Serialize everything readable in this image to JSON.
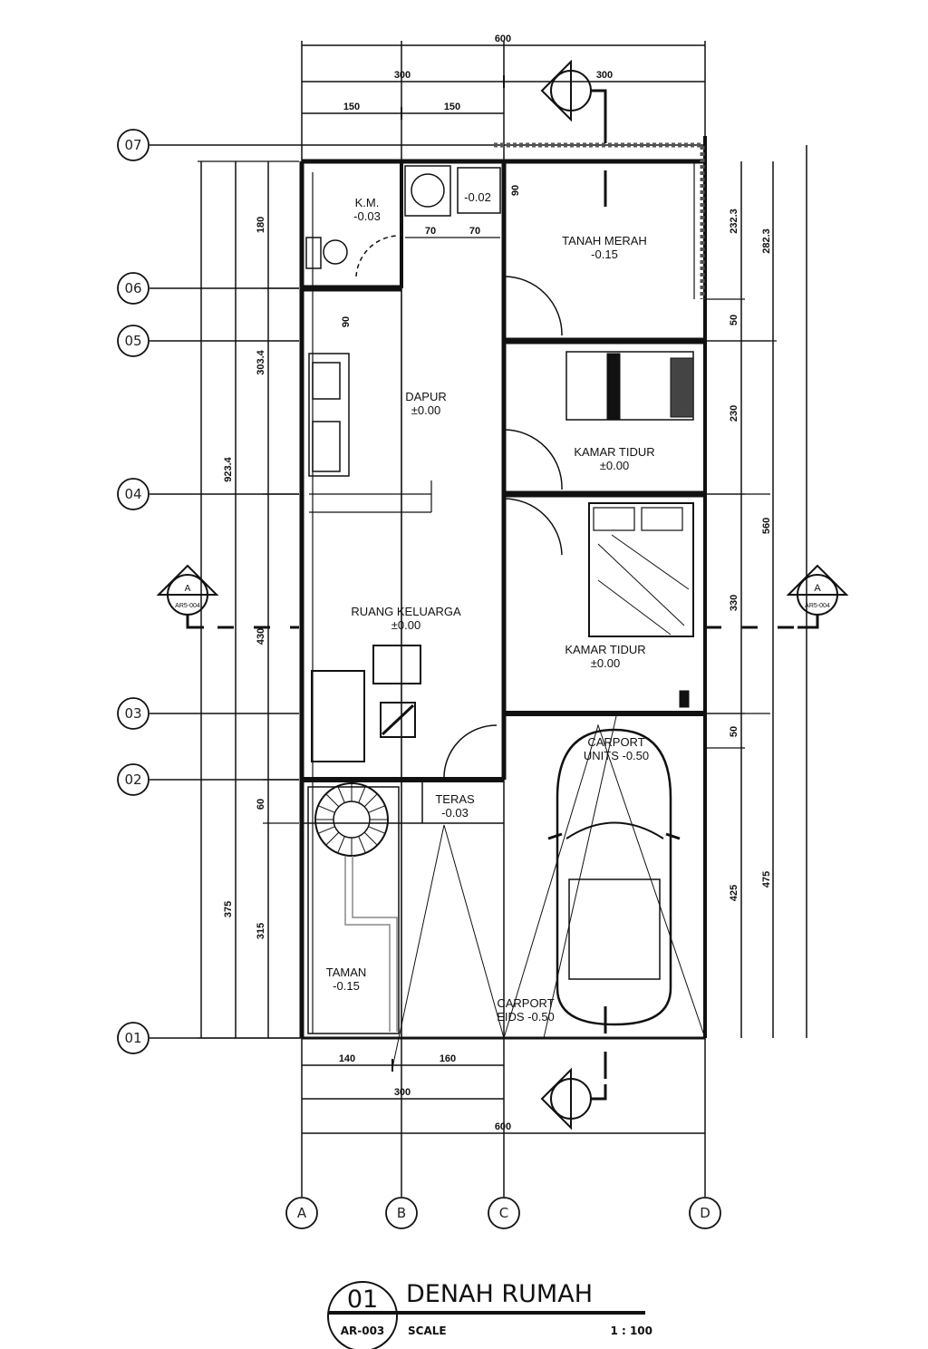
{
  "drawing": {
    "title": "DENAH RUMAH",
    "number": "01",
    "sheet": "AR-003",
    "scale_label": "SCALE",
    "scale_value": "1 : 100"
  },
  "grid_columns": [
    "A",
    "B",
    "C",
    "D"
  ],
  "grid_rows": [
    "07",
    "06",
    "05",
    "04",
    "03",
    "02",
    "01"
  ],
  "rooms": {
    "km": {
      "name": "K.M.",
      "level": "-0.03"
    },
    "laundry": {
      "level": "-0.02"
    },
    "tanah_merah": {
      "name": "TANAH MERAH",
      "level": "-0.15"
    },
    "dapur": {
      "name": "DAPUR",
      "level": "±0.00"
    },
    "kamar1": {
      "name": "KAMAR TIDUR",
      "level": "±0.00"
    },
    "kamar2": {
      "name": "KAMAR TIDUR",
      "level": "±0.00"
    },
    "ruang_keluarga": {
      "name": "RUANG KELUARGA",
      "level": "±0.00"
    },
    "teras": {
      "name": "TERAS",
      "level": "-0.03"
    },
    "taman": {
      "name": "TAMAN",
      "level": "-0.15"
    },
    "carport_top": {
      "name": "CARPORT",
      "level": "UNITS -0.50"
    },
    "carport": {
      "name": "CARPORT",
      "level": "EIDS -0.50"
    }
  },
  "dimensions": {
    "top": {
      "total": "600",
      "half_left": "300",
      "half_right": "300",
      "q1": "150",
      "q2": "150"
    },
    "bottom": {
      "d1": "140",
      "d2": "160",
      "half": "300",
      "total": "600"
    },
    "left": {
      "total": "923.4",
      "upper": "303.4",
      "km": "180",
      "mid": "430",
      "lower": "375",
      "teras": "60",
      "taman": "315"
    },
    "right": {
      "r1": "232.3",
      "r2": "282.3",
      "r3": "50",
      "r4": "230",
      "r5": "560",
      "r6": "330",
      "r7": "50",
      "r8": "425",
      "r9": "475"
    },
    "interior": {
      "w1": "70",
      "w2": "70",
      "h1": "90",
      "h2": "90"
    }
  },
  "section_markers": {
    "letter": "A",
    "ref": "AR5-004"
  }
}
